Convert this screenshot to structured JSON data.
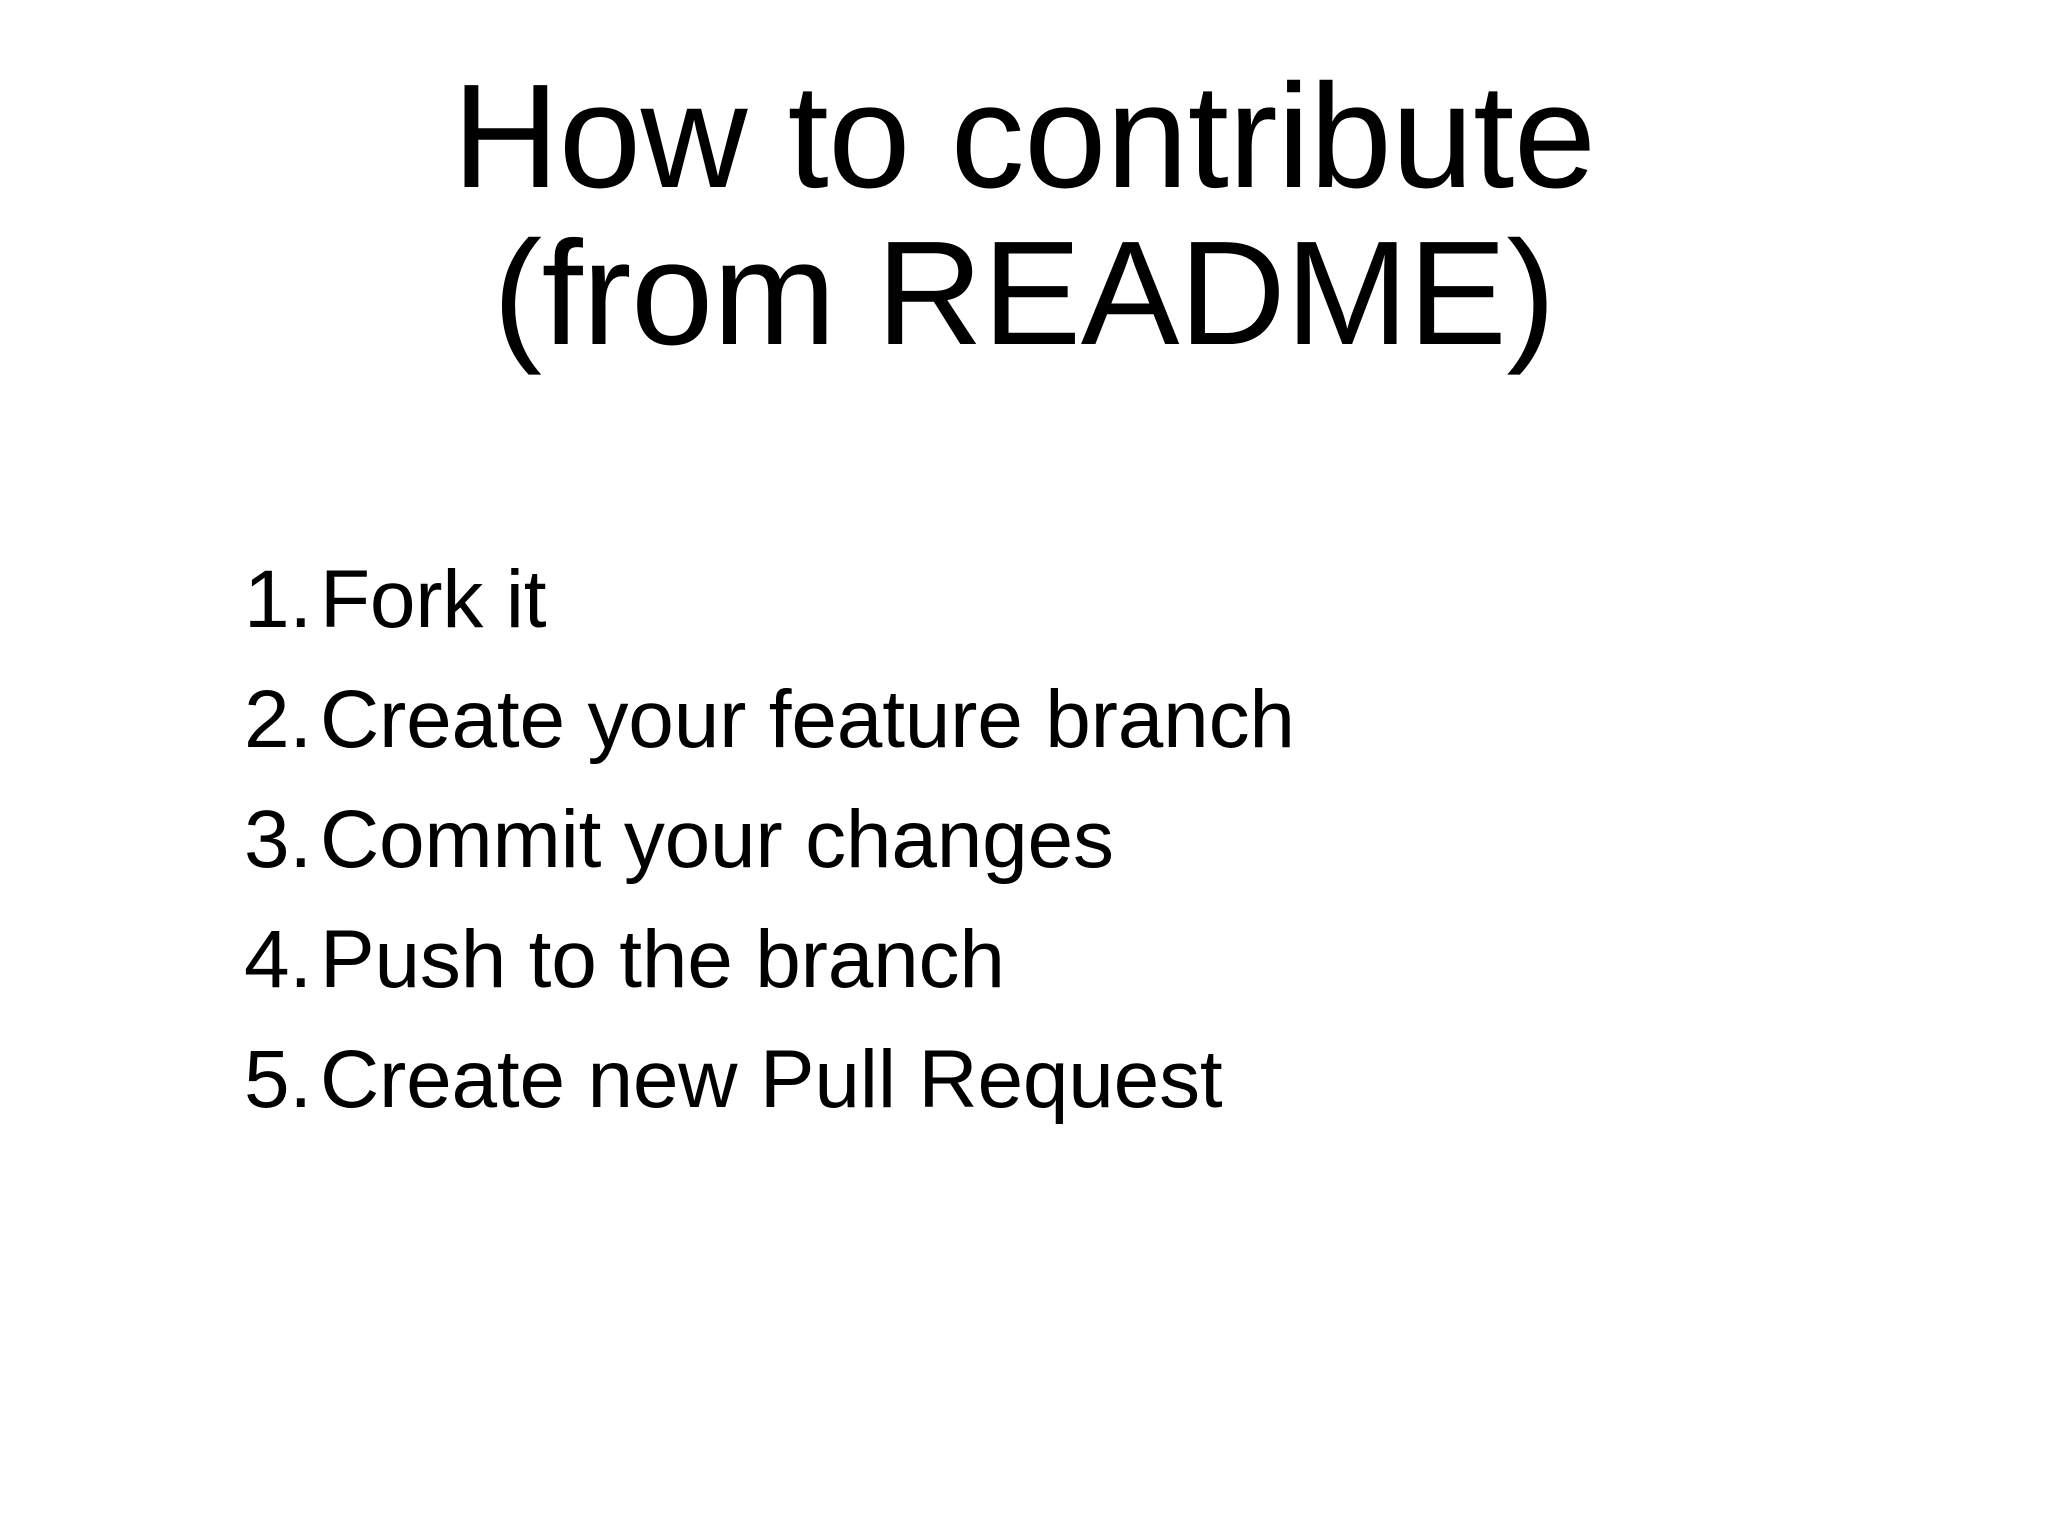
{
  "slide": {
    "background_color": "#ffffff",
    "text_color": "#000000",
    "title": {
      "line1": "How to contribute",
      "line2": "(from README)"
    },
    "list": {
      "type": "ordered-numeric",
      "items": [
        {
          "marker": "1.",
          "text": "Fork it"
        },
        {
          "marker": "2.",
          "text": "Create your feature branch"
        },
        {
          "marker": "3.",
          "text": "Commit your changes"
        },
        {
          "marker": "4.",
          "text": "Push to the branch"
        },
        {
          "marker": "5.",
          "text": "Create new Pull Request"
        }
      ]
    }
  }
}
